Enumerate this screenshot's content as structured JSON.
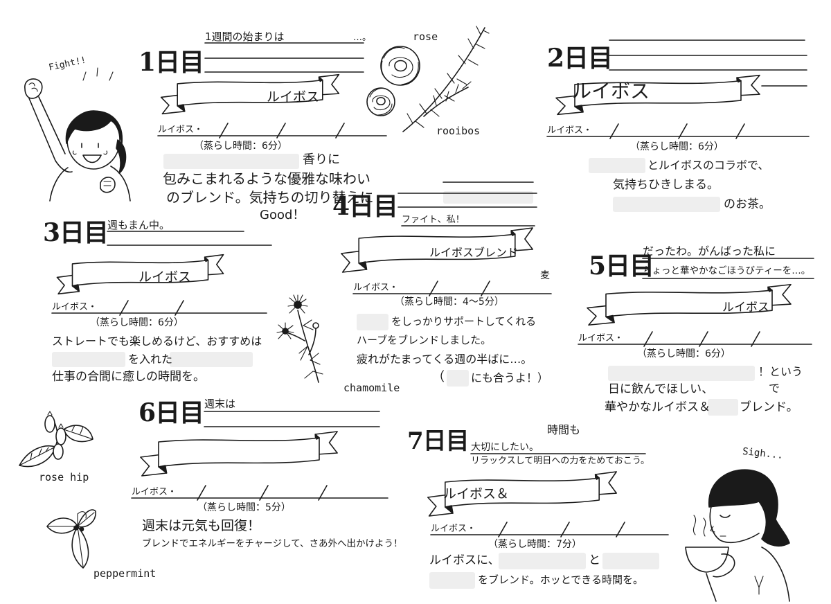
{
  "colors": {
    "ink": "#1a1a1a",
    "paper": "#ffffff",
    "blank": "#eeeeee"
  },
  "illustrations": [
    "girl-cheering",
    "rose",
    "rooibos-branch",
    "chamomile",
    "rose-hip",
    "peppermint",
    "girl-drinking-tea"
  ],
  "labels": {
    "fight": "Fight!!",
    "rose": "rose",
    "rooibos": "rooibos",
    "chamomile": "chamomile",
    "rose_hip": "rose hip",
    "peppermint": "peppermint",
    "sigh": "Sigh..."
  },
  "day1": {
    "title": "1日目",
    "intro": "1週間の始まりは",
    "intro_end": "…。",
    "ribbon": "ルイボス",
    "ratio_label": "ルイボス・",
    "steep": "（蒸らし時間：6分）",
    "note_top": "香りに",
    "lines": [
      "包みこまれるような優雅な味わい",
      "のブレンド。気持ちの切り替えに",
      "Good！"
    ]
  },
  "day2": {
    "title": "2日目",
    "ribbon": "ルイボス",
    "ratio_label": "ルイボス・",
    "steep": "（蒸らし時間：6分）",
    "lines": [
      "とルイボスのコラボで、",
      "気持ちひきしまる。",
      "のお茶。"
    ]
  },
  "day3": {
    "title": "3日目",
    "intro": "週もまん中。",
    "ribbon": "ルイボス",
    "ratio_label": "ルイボス・",
    "steep": "（蒸らし時間：6分）",
    "lines": [
      "ストレートでも楽しめるけど、おすすめは",
      "を入れた",
      "仕事の合間に癒しの時間を。"
    ]
  },
  "day4": {
    "title": "4日目",
    "intro": "ファイト、私！",
    "ribbon": "ルイボスブレンド",
    "ratio_label": "ルイボス・",
    "ratio_extra": "麦",
    "steep": "（蒸らし時間：4〜5分）",
    "lines": [
      "をしっかりサポートしてくれる",
      "ハーブをブレンドしました。",
      "疲れがたまってくる週の半ばに…。"
    ],
    "paren_open": "（",
    "paren_rest": "にも合うよ！）"
  },
  "day5": {
    "title": "5日目",
    "intro": [
      "だったわ。がんばった私に",
      "ちょっと華やかなごほうびティーを…。"
    ],
    "ribbon": "ルイボス",
    "ratio_label": "ルイボス・",
    "steep": "（蒸らし時間：6分）",
    "lines": [
      "日に飲んでほしい、",
      "華やかなルイボス＆",
      "！という",
      "で",
      "ブレンド。"
    ]
  },
  "day6": {
    "title": "6日目",
    "intro": "週末は",
    "ratio_label": "ルイボス・",
    "steep": "（蒸らし時間：5分）",
    "lines": [
      "週末は元気も回復！",
      "ブレンドでエネルギーをチャージして、さあ外へ出かけよう！"
    ]
  },
  "day7": {
    "title": "7日目",
    "intro": [
      "時間も",
      "大切にしたい。",
      "リラックスして明日への力をためておこう。"
    ],
    "ribbon": "ルイボス＆",
    "ratio_label": "ルイボス・",
    "steep": "（蒸らし時間：7分）",
    "lines": [
      "ルイボスに、",
      "と",
      "をブレンド。ホッとできる時間を。"
    ]
  }
}
